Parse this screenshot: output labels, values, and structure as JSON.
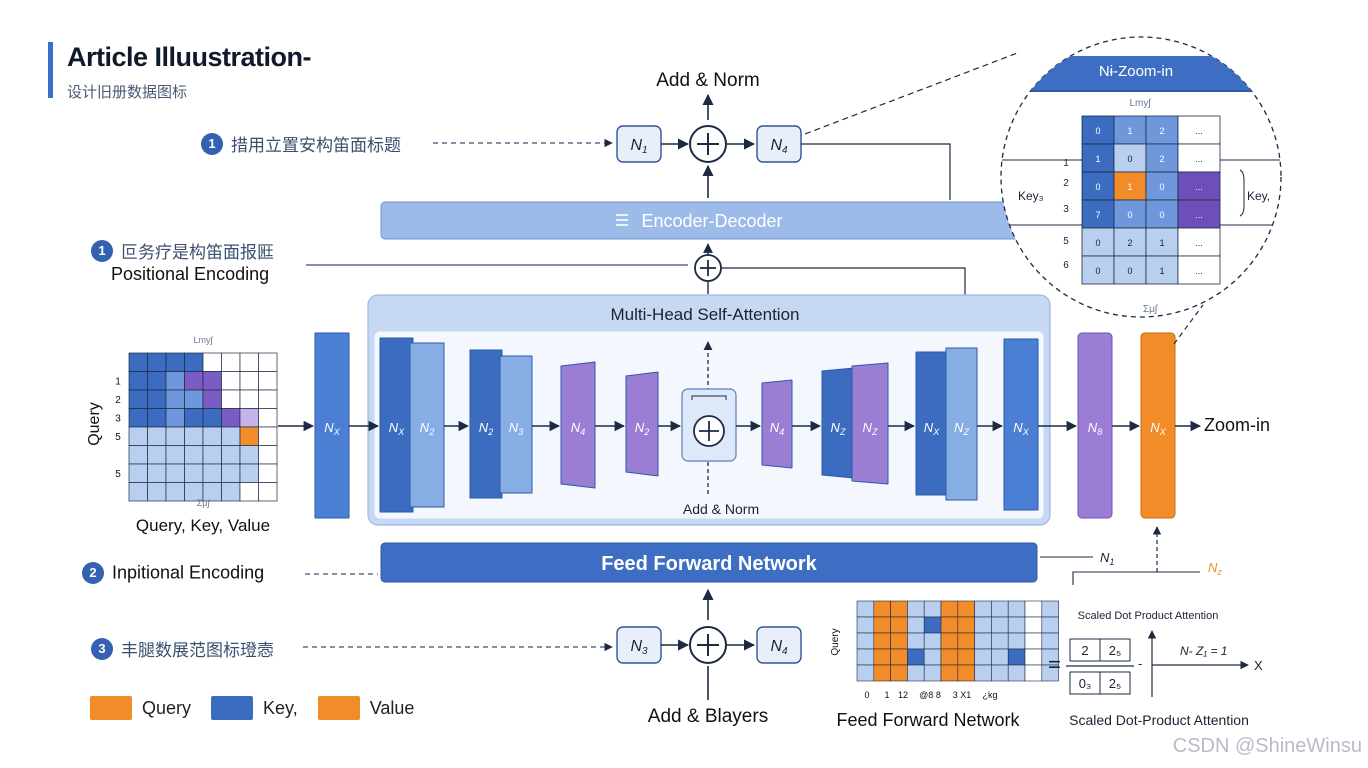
{
  "header": {
    "title": "Article Illuustration-",
    "subtitle": "设计旧册数据图标"
  },
  "left_labels": {
    "item1": {
      "num": "1",
      "text": "措用立置安构笛面标题"
    },
    "item2": {
      "num": "1",
      "text": "叵务疗是构笛面报匨",
      "en": "Positional Encoding"
    },
    "item3": {
      "num": "2",
      "text": "Inpitional Encoding"
    },
    "item4": {
      "num": "3",
      "text": "丰腿数展范图标璒悫"
    }
  },
  "top": {
    "add_norm": "Add & Norm",
    "n_left": "N",
    "n_left_sub": "1",
    "n_right": "N",
    "n_right_sub": "4",
    "encoder_decoder_icon": "list-icon",
    "encoder_decoder": "Encoder-Decoder"
  },
  "attention": {
    "title": "Multi-Head Self-Attention",
    "add_norm": "Add & Norm",
    "blocks": [
      {
        "label": "N",
        "sub": "X",
        "color": "#4a7fd4"
      },
      {
        "label": "N",
        "sub": "X",
        "color": "#3b6cc0"
      },
      {
        "label": "N",
        "sub": "2",
        "color": "#86aee4"
      },
      {
        "label": "N",
        "sub": "2",
        "color": "#3b6cc0"
      },
      {
        "label": "N",
        "sub": "3",
        "color": "#86aee4"
      },
      {
        "label": "N",
        "sub": "4",
        "color": "#9b7ed4"
      },
      {
        "label": "N",
        "sub": "2",
        "color": "#9b7ed4"
      },
      {
        "label": "N",
        "sub": "4",
        "color": "#9b7ed4"
      },
      {
        "label": "N",
        "sub": "Z",
        "color": "#3b6cc0"
      },
      {
        "label": "N",
        "sub": "Z",
        "color": "#9b7ed4"
      },
      {
        "label": "N",
        "sub": "X",
        "color": "#3b6cc0"
      },
      {
        "label": "N",
        "sub": "Z",
        "color": "#86aee4"
      },
      {
        "label": "N",
        "sub": "X",
        "color": "#4a7fd4"
      }
    ],
    "out_blocks": [
      {
        "label": "N",
        "sub": "8",
        "color": "#9b7ed4"
      },
      {
        "label": "N",
        "sub": "X",
        "color": "#f28c28"
      }
    ],
    "output_label": "Zoom-in"
  },
  "matrix_left": {
    "top_label": "Lmyʃ",
    "bottom_label": "Σμʃ",
    "row_label": "Query",
    "row_nums": [
      "1",
      "2",
      "3",
      "5",
      "5"
    ],
    "caption": "Query, Key, Value"
  },
  "ffn": {
    "label": "Feed Forward Network",
    "side_n1": "N",
    "side_n1_sub": "1",
    "side_n2": "N",
    "side_n2_sub": "z"
  },
  "bottom": {
    "n_left": "N",
    "n_left_sub": "3",
    "n_right": "N",
    "n_right_sub": "4",
    "add_layers": "Add & Blayers",
    "ffn_caption": "Feed Forward Network",
    "ffn_axis": [
      "0",
      "1",
      "12",
      "@8 8",
      "3 X1",
      "¿kg"
    ],
    "ffn_row_label": "Query"
  },
  "zoom": {
    "title": "Nɨ-Zoom-in",
    "top_label": "Lmyʃ",
    "bottom_label": "Σμʃ",
    "key_left": "Key₃",
    "key_right": "Key,",
    "row_nums": [
      "1",
      "2",
      "3",
      "5",
      "6"
    ],
    "cells": [
      [
        "0",
        "1",
        "2",
        "..."
      ],
      [
        "1",
        "0",
        "2",
        "..."
      ],
      [
        "0",
        "1",
        "0",
        "..."
      ],
      [
        "7",
        "0",
        "0",
        "..."
      ],
      [
        "0",
        "2",
        "1",
        "..."
      ],
      [
        "0",
        "0",
        "1",
        "..."
      ]
    ]
  },
  "formula": {
    "title": "Scaled Dot Product Attention",
    "num_a": "2",
    "num_b": "2₅",
    "den_a": "0₃",
    "den_b": "2₅",
    "eq": "N- Z₁ = 1",
    "x": "X",
    "caption": "Scaled Dot-Product Attention"
  },
  "legend": [
    {
      "label": "Query",
      "color": "#f28c28"
    },
    {
      "label": "Key,",
      "color": "#3b6cc0"
    },
    {
      "label": "Value",
      "color": "#f28c28"
    }
  ],
  "watermark": "CSDN @ShineWinsu"
}
